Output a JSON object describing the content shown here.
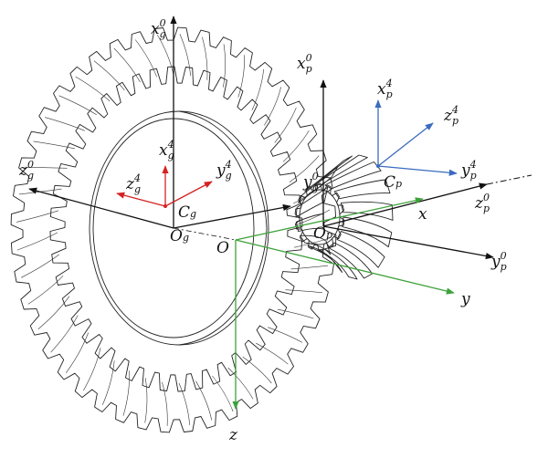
{
  "colors": {
    "black_axis": "#111111",
    "red_axis": "#d42222",
    "blue_axis": "#3a6bbf",
    "green_axis": "#3ea23a",
    "gear_stroke": "#222222"
  },
  "gear_g": {
    "teeth": 44
  },
  "gear_p": {
    "teeth": 14
  },
  "labels": [
    {
      "id": "xg0",
      "base": "x",
      "sup": "0",
      "sub": "g",
      "color": "black_axis"
    },
    {
      "id": "zg0",
      "base": "z",
      "sup": "0",
      "sub": "g",
      "color": "black_axis"
    },
    {
      "id": "og",
      "base": "O",
      "sup": "",
      "sub": "g",
      "color": "black_axis"
    },
    {
      "id": "xg4",
      "base": "x",
      "sup": "4",
      "sub": "g",
      "color": "black_axis"
    },
    {
      "id": "yg4",
      "base": "y",
      "sup": "4",
      "sub": "g",
      "color": "black_axis"
    },
    {
      "id": "zg4",
      "base": "z",
      "sup": "4",
      "sub": "g",
      "color": "black_axis"
    },
    {
      "id": "cg",
      "base": "C",
      "sup": "",
      "sub": "g",
      "color": "black_axis"
    },
    {
      "id": "yg0",
      "base": "y",
      "sup": "0",
      "sub": "g",
      "color": "black_axis"
    },
    {
      "id": "xp0",
      "base": "x",
      "sup": "0",
      "sub": "p",
      "color": "black_axis"
    },
    {
      "id": "xp4",
      "base": "x",
      "sup": "4",
      "sub": "p",
      "color": "black_axis"
    },
    {
      "id": "zp4",
      "base": "z",
      "sup": "4",
      "sub": "p",
      "color": "black_axis"
    },
    {
      "id": "yp4",
      "base": "y",
      "sup": "4",
      "sub": "p",
      "color": "black_axis"
    },
    {
      "id": "cp",
      "base": "C",
      "sup": "",
      "sub": "p",
      "color": "black_axis"
    },
    {
      "id": "zp0",
      "base": "z",
      "sup": "0",
      "sub": "p",
      "color": "black_axis"
    },
    {
      "id": "op",
      "base": "O",
      "sup": "",
      "sub": "p",
      "color": "black_axis"
    },
    {
      "id": "yp0",
      "base": "y",
      "sup": "0",
      "sub": "p",
      "color": "black_axis"
    },
    {
      "id": "o",
      "base": "O",
      "sup": "",
      "sub": "",
      "color": "black_axis"
    },
    {
      "id": "x",
      "base": "x",
      "sup": "",
      "sub": "",
      "color": "black_axis"
    },
    {
      "id": "y",
      "base": "y",
      "sup": "",
      "sub": "",
      "color": "black_axis"
    },
    {
      "id": "z",
      "base": "z",
      "sup": "",
      "sub": "",
      "color": "black_axis"
    }
  ]
}
